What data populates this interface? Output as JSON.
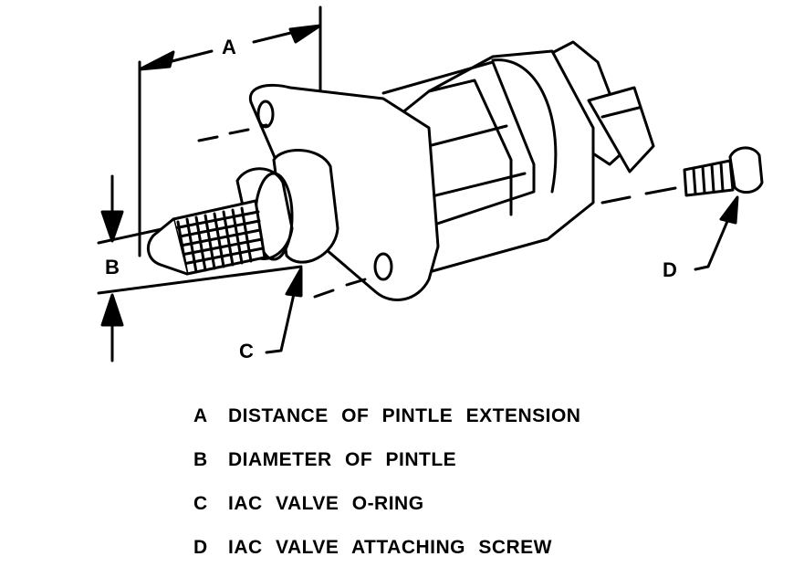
{
  "callouts": {
    "a": "A",
    "b": "B",
    "c": "C",
    "d": "D"
  },
  "legend": [
    {
      "key": "A",
      "text": "DISTANCE OF PINTLE EXTENSION"
    },
    {
      "key": "B",
      "text": "DIAMETER OF PINTLE"
    },
    {
      "key": "C",
      "text": "IAC VALVE O-RING"
    },
    {
      "key": "D",
      "text": "IAC VALVE ATTACHING SCREW"
    }
  ]
}
